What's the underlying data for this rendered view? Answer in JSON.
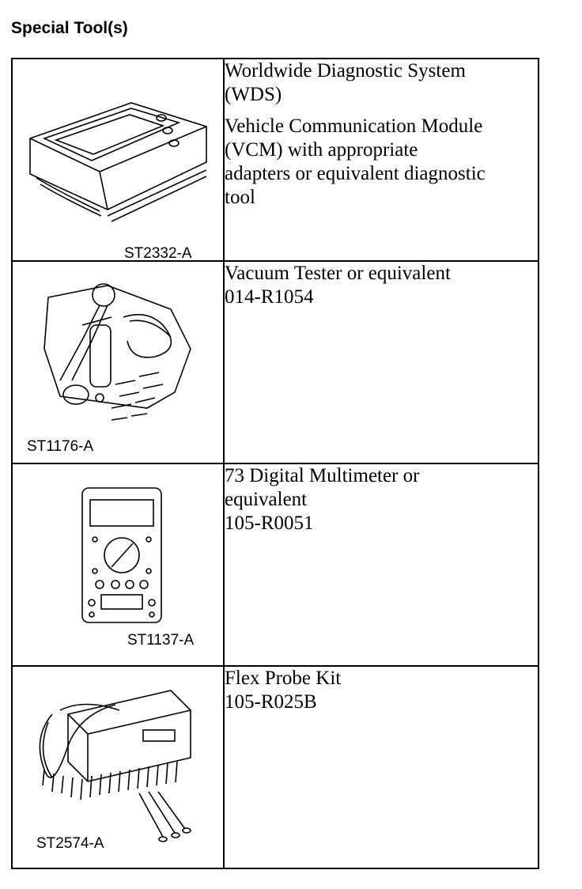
{
  "heading": "Special Tool(s)",
  "tools": [
    {
      "code": "ST2332-A",
      "icon": "diagnostic-system-icon",
      "blocks": [
        [
          "Worldwide Diagnostic System",
          "(WDS)"
        ],
        [
          "Vehicle Communication Module",
          "(VCM) with appropriate",
          "adapters or equivalent diagnostic",
          "tool"
        ]
      ]
    },
    {
      "code": "ST1176-A",
      "icon": "vacuum-tester-icon",
      "blocks": [
        [
          "Vacuum Tester or equivalent",
          "014-R1054"
        ]
      ]
    },
    {
      "code": "ST1137-A",
      "icon": "multimeter-icon",
      "blocks": [
        [
          "73 Digital Multimeter or",
          "equivalent",
          "105-R0051"
        ]
      ]
    },
    {
      "code": "ST2574-A",
      "icon": "flex-probe-kit-icon",
      "blocks": [
        [
          "Flex Probe Kit",
          "105-R025B"
        ]
      ]
    }
  ]
}
